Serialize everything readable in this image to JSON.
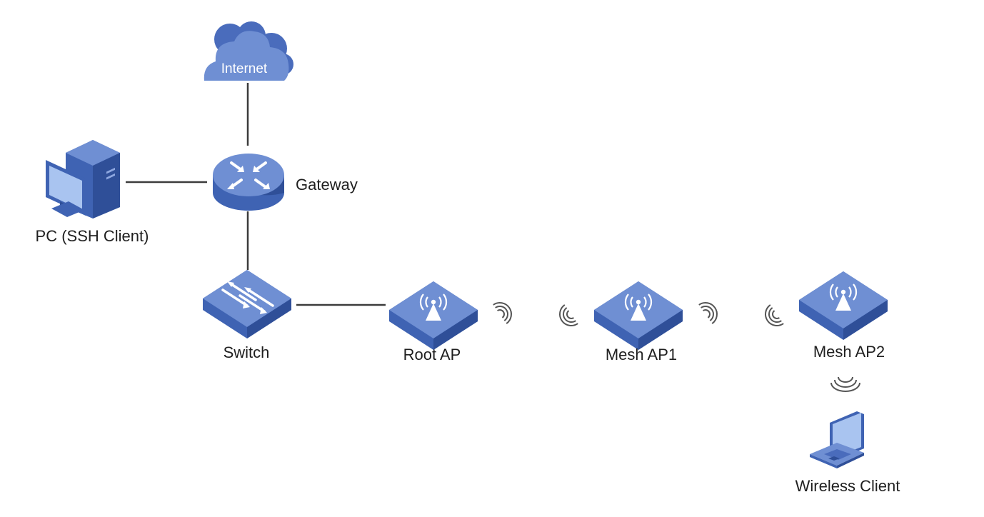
{
  "diagram": {
    "title": "",
    "colors": {
      "device_top": "#6f8fd3",
      "device_side": "#3f63b3",
      "device_side_dark": "#2f4f98",
      "link_line": "#3c3c3c",
      "wireless_wave": "#555555",
      "label_text": "#1f1f1f",
      "cloud_front": "#6f8fd3",
      "cloud_back": "#4a6cbc"
    },
    "nodes": {
      "internet": {
        "label": "Internet",
        "icon": "cloud-icon"
      },
      "gateway": {
        "label": "Gateway",
        "icon": "router-icon"
      },
      "pc": {
        "label": "PC (SSH Client)",
        "icon": "desktop-pc-icon"
      },
      "switch": {
        "label": "Switch",
        "icon": "switch-icon"
      },
      "root_ap": {
        "label": "Root AP",
        "icon": "access-point-icon"
      },
      "mesh_ap1": {
        "label": "Mesh AP1",
        "icon": "access-point-icon"
      },
      "mesh_ap2": {
        "label": "Mesh AP2",
        "icon": "access-point-icon"
      },
      "wireless_client": {
        "label": "Wireless Client",
        "icon": "laptop-icon"
      }
    },
    "links": [
      {
        "from": "internet",
        "to": "gateway",
        "type": "wired"
      },
      {
        "from": "pc",
        "to": "gateway",
        "type": "wired"
      },
      {
        "from": "gateway",
        "to": "switch",
        "type": "wired"
      },
      {
        "from": "switch",
        "to": "root_ap",
        "type": "wired"
      },
      {
        "from": "root_ap",
        "to": "mesh_ap1",
        "type": "wireless"
      },
      {
        "from": "mesh_ap1",
        "to": "mesh_ap2",
        "type": "wireless"
      },
      {
        "from": "mesh_ap2",
        "to": "wireless_client",
        "type": "wireless"
      }
    ]
  }
}
